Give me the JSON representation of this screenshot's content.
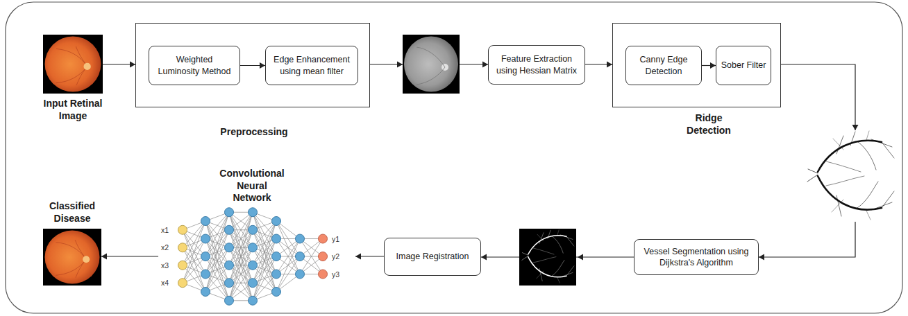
{
  "diagram": {
    "nodes": [
      {
        "text": [
          "Input Retinal Image"
        ]
      },
      {
        "text": [
          "Preprocessing"
        ]
      },
      {
        "text": [
          "Weighted Luminosity Method"
        ],
        "in": 1
      },
      {
        "text": [
          "Edge Enhancement using mean filter"
        ],
        "in": 1
      },
      {
        "text": [
          "Feature Extraction using Hessian Matrix"
        ]
      },
      {
        "text": [
          "Ridge Detection"
        ]
      },
      {
        "text": [
          "Canny Edge Detection"
        ],
        "in": 5
      },
      {
        "text": [
          "Sober Filter"
        ],
        "in": 5
      },
      {
        "text": [
          "Vessel Segmentation using Dijkstra's Algorithm"
        ]
      },
      {
        "text": [
          "Image Registration"
        ]
      },
      {
        "text": [
          "Convolutional Neural Network"
        ]
      },
      {
        "text": [
          "Classified Disease"
        ]
      }
    ],
    "edges": [
      {
        "from": 0,
        "to": 1,
        "arrow": "to"
      },
      {
        "from": 2,
        "to": 3,
        "arrow": "to"
      },
      {
        "from": 1,
        "to": 4,
        "arrow": "to"
      },
      {
        "from": 4,
        "to": 5,
        "arrow": "to"
      },
      {
        "from": 6,
        "to": 7,
        "arrow": "to"
      },
      {
        "from": 5,
        "to": 8,
        "arrow": "to"
      },
      {
        "from": 8,
        "to": 9,
        "arrow": "to"
      },
      {
        "from": 9,
        "to": 10,
        "arrow": "to"
      },
      {
        "from": 10,
        "to": 11,
        "arrow": "to"
      }
    ],
    "labels": [
      "x1",
      "x2",
      "x3",
      "x4",
      "y1",
      "y2",
      "y3"
    ]
  }
}
